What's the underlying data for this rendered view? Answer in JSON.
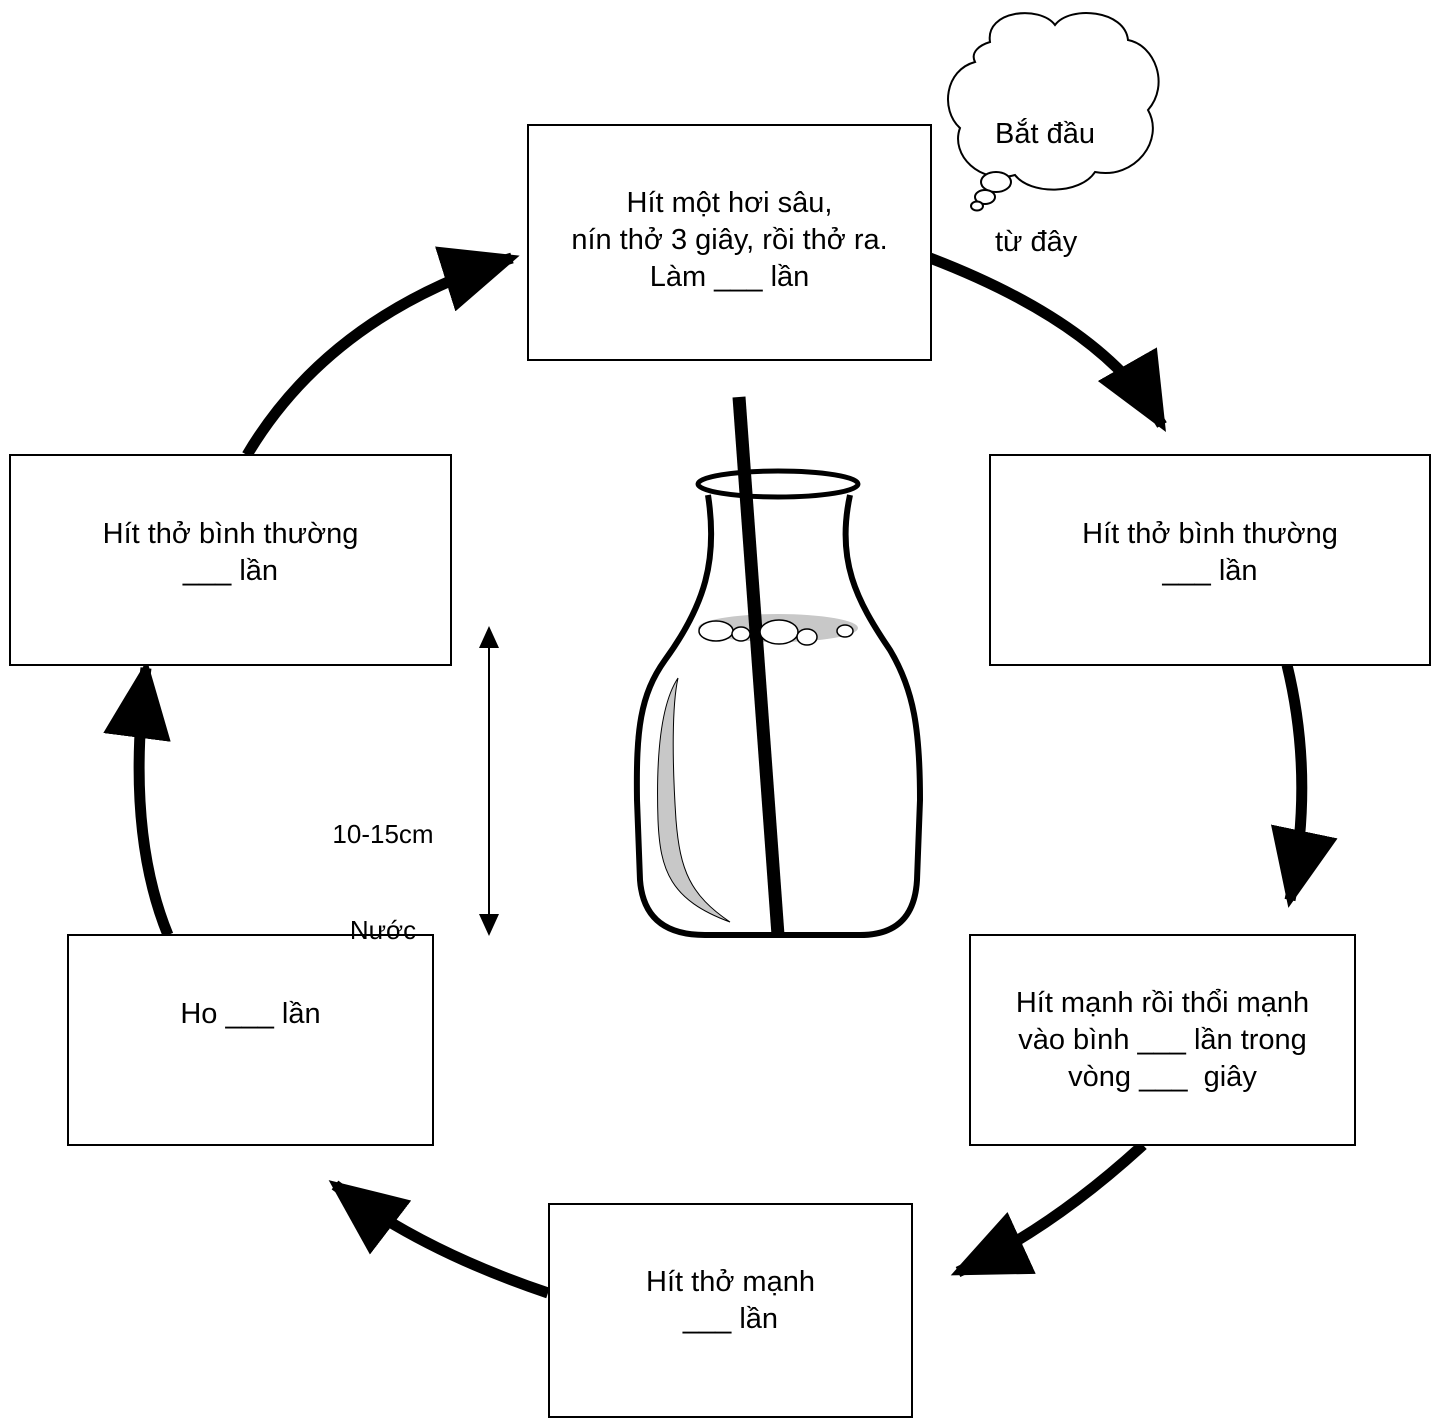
{
  "start_note": [
    "Bắt đầu",
    "từ đây"
  ],
  "steps": [
    {
      "lines": [
        "Hít một hơi sâu,",
        "nín thở 3 giây, rồi thở ra.",
        "Làm ___ lần"
      ]
    },
    {
      "lines": [
        "Hít thở bình thường",
        "___ lần"
      ]
    },
    {
      "lines": [
        "Hít mạnh rồi thổi mạnh",
        "vào bình ___ lần trong",
        "vòng ___  giây"
      ]
    },
    {
      "lines": [
        "Hít thở mạnh",
        "___ lần"
      ]
    },
    {
      "lines": [
        "Ho ___ lần"
      ]
    },
    {
      "lines": [
        "Hít thở bình thường",
        "___ lần"
      ]
    }
  ],
  "water_label": [
    "10-15cm",
    "Nước"
  ],
  "colors": {
    "line": "#000000",
    "liquid_shade": "#c8c8c8",
    "background": "#ffffff"
  }
}
